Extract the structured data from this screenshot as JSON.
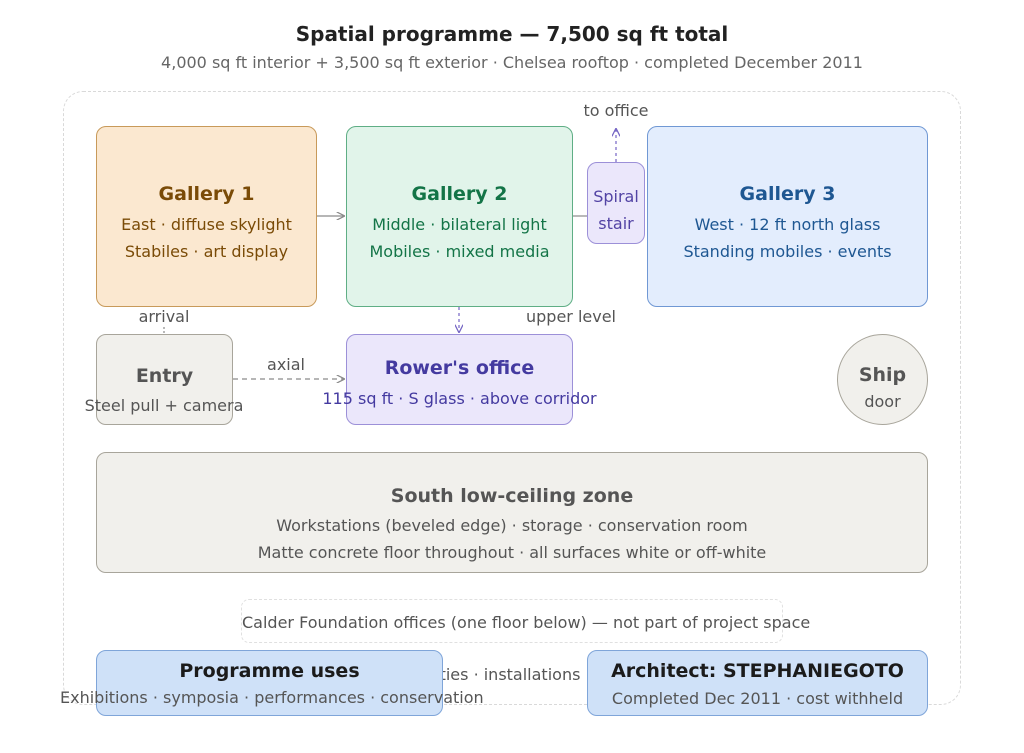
{
  "title": "Spatial programme — 7,500 sq ft total",
  "subtitle": "4,000 sq ft interior + 3,500 sq ft exterior · Chelsea rooftop · completed December 2011",
  "gallery1": {
    "title": "Gallery 1",
    "line1": "East · diffuse skylight",
    "line2": "Stabiles · art display"
  },
  "gallery2": {
    "title": "Gallery 2",
    "line1": "Middle · bilateral light",
    "line2": "Mobiles · mixed media"
  },
  "gallery3": {
    "title": "Gallery 3",
    "line1": "West · 12 ft north glass",
    "line2": "Standing mobiles · events"
  },
  "spiral": {
    "line1": "Spiral",
    "line2": "stair",
    "to_office": "to office"
  },
  "entry": {
    "title": "Entry",
    "line1": "Steel pull + camera",
    "arrival": "arrival",
    "axial": "axial"
  },
  "rower": {
    "title": "Rower's office",
    "line1": "115 sq ft · S glass · above corridor",
    "upper_level": "upper level"
  },
  "ship": {
    "line1": "Ship",
    "line2": "door"
  },
  "south": {
    "title": "South low-ceiling zone",
    "line1": "Workstations (beveled edge) · storage · conservation room",
    "line2": "Matte concrete floor throughout · all surfaces white or off-white"
  },
  "calder": "Calder Foundation offices (one floor below) — not part of project space",
  "programme": {
    "title": "Programme uses",
    "line1": "Exhibitions · symposia · performances · conservation",
    "overflow": "rties · installations"
  },
  "architect": {
    "title": "Architect: STEPHANIEGOTO",
    "line1": "Completed Dec 2011 · cost withheld"
  },
  "colors": {
    "gallery1": "#fbe8d0",
    "gallery2": "#e1f4ea",
    "gallery3": "#e3edfd",
    "office": "#ebe7fb",
    "neutral": "#f1f0ec",
    "footer": "#cfe1f8"
  }
}
